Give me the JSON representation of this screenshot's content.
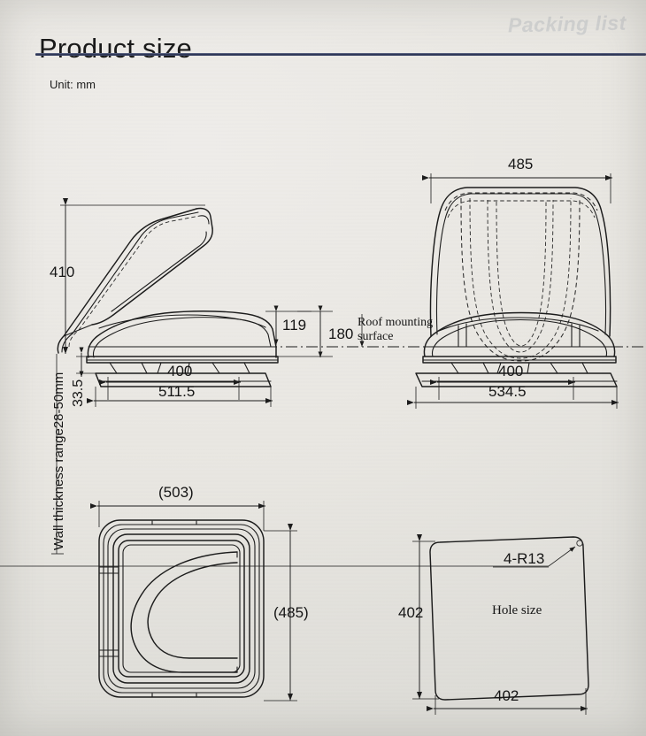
{
  "page": {
    "title": "Product size",
    "ghost_text": "Packing list",
    "unit_label": "Unit:  mm",
    "accent_color": "#29304f",
    "background_color": "#e9e7e2",
    "ink_color": "#1c1c1c"
  },
  "views": {
    "side_view": {
      "name": "side-view-open-lid",
      "dimensions": {
        "overall_height": "410",
        "lid_height": "119",
        "total_height": "180",
        "flange_thickness": "33.5",
        "opening_width": "400",
        "outer_width": "511.5"
      },
      "notes": {
        "wall_thickness": "Wall thickness range28-50mm",
        "roof_surface_line1": "Roof mounting",
        "roof_surface_line2": "surface"
      }
    },
    "front_view": {
      "name": "front-view-open-lid",
      "dimensions": {
        "lid_width": "485",
        "opening_width": "400",
        "outer_width": "534.5"
      }
    },
    "top_view": {
      "name": "top-view-plan",
      "dimensions": {
        "outer_length": "(503)",
        "outer_width": "(485)"
      }
    },
    "hole_view": {
      "name": "cut-out-hole-size",
      "caption": "Hole size",
      "corner_radius_note": "4-R13",
      "dimensions": {
        "height": "402",
        "width": "402"
      }
    }
  }
}
